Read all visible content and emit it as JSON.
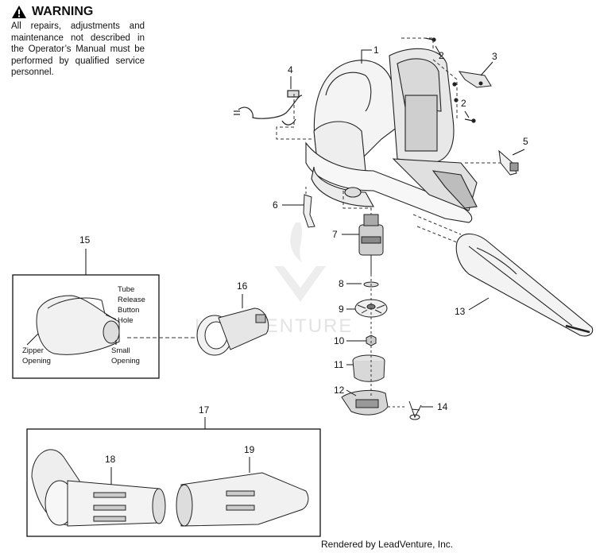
{
  "warning": {
    "title": "WARNING",
    "text": "All repairs, adjustments and maintenance not described in the Operator’s Manual must be performed by qualified service personnel."
  },
  "callouts": [
    "1",
    "2",
    "3",
    "2",
    "4",
    "5",
    "6",
    "7",
    "8",
    "9",
    "10",
    "11",
    "12",
    "13",
    "14",
    "15",
    "16",
    "17",
    "18",
    "19"
  ],
  "bag_notes": {
    "tube_release": [
      "Tube",
      "Release",
      "Button",
      "Hole"
    ],
    "zipper": [
      "Zipper",
      "Opening"
    ],
    "small": [
      "Small",
      "Opening"
    ]
  },
  "watermark": "LEADVENTURE",
  "footer": "Rendered by LeadVenture, Inc."
}
